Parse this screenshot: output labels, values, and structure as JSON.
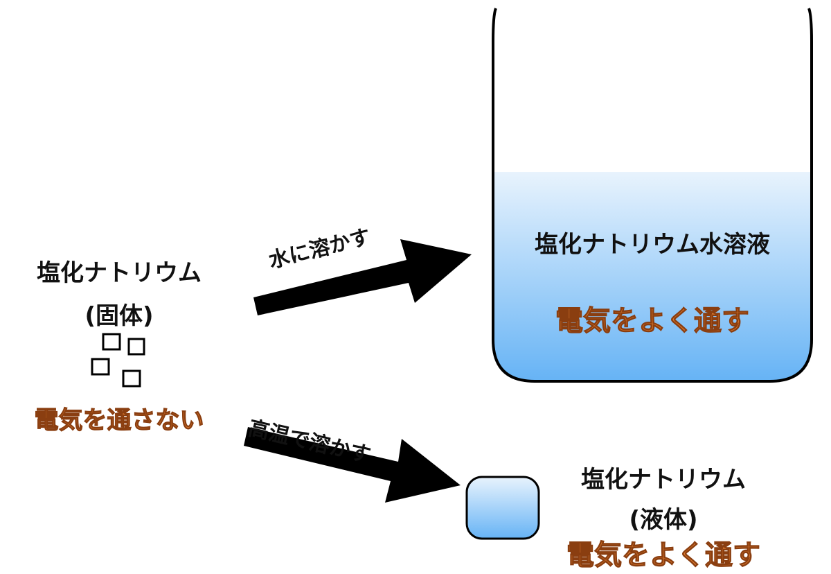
{
  "solid": {
    "name": "塩化ナトリウム",
    "state": "(固体)",
    "conductivity": "電気を通さない"
  },
  "arrow_water": {
    "label": "水に溶かす"
  },
  "arrow_heat": {
    "label": "高温で溶かす"
  },
  "solution": {
    "name": "塩化ナトリウム水溶液",
    "conductivity": "電気をよく通す"
  },
  "liquid": {
    "name": "塩化ナトリウム",
    "state": "(液体)",
    "conductivity": "電気をよく通す"
  },
  "colors": {
    "accent_text": "#e07c2e",
    "liquid_top": "#e8f3fd",
    "liquid_bottom": "#66b3f5",
    "outline": "#000000"
  }
}
